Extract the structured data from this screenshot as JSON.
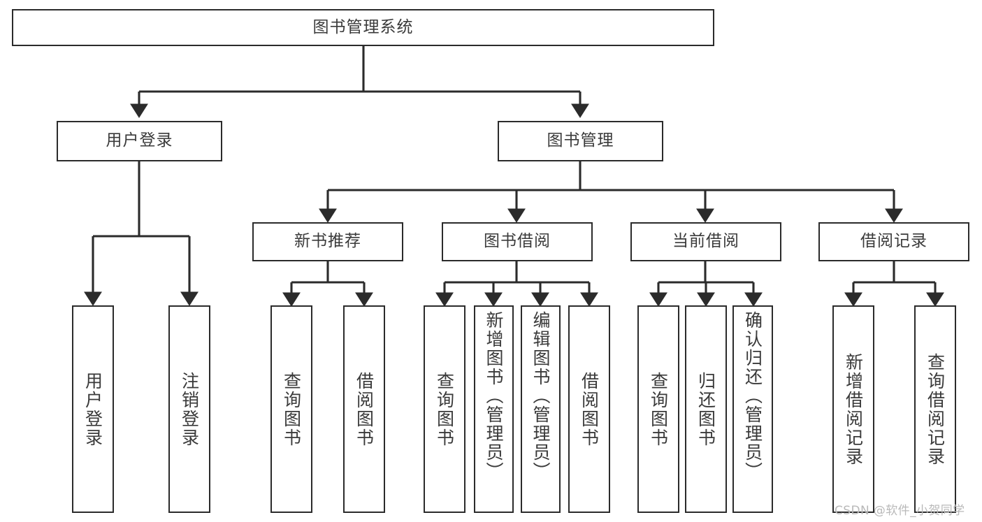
{
  "diagram": {
    "title": "图书管理系统",
    "type": "tree-hierarchy",
    "watermark": "CSDN @软件_小贺同学",
    "colors": {
      "background": "#ffffff",
      "box_border": "#2b2b2b",
      "box_fill": "#ffffff",
      "text": "#3a3a3a",
      "edge": "#2b2b2b",
      "watermark": "#b9b9b9"
    },
    "root": {
      "id": "root",
      "label": "图书管理系统"
    },
    "level2": [
      {
        "id": "user-login",
        "label": "用户登录"
      },
      {
        "id": "book-manage",
        "label": "图书管理"
      }
    ],
    "level3": [
      {
        "id": "new-book-recommend",
        "label": "新书推荐",
        "parent": "book-manage"
      },
      {
        "id": "book-borrow",
        "label": "图书借阅",
        "parent": "book-manage"
      },
      {
        "id": "current-borrow",
        "label": "当前借阅",
        "parent": "book-manage"
      },
      {
        "id": "borrow-record",
        "label": "借阅记录",
        "parent": "book-manage"
      }
    ],
    "leaves": {
      "user_login": [
        {
          "id": "leaf-user-login",
          "label": "用户登录"
        },
        {
          "id": "leaf-logout-login",
          "label": "注销登录"
        }
      ],
      "new_book_recommend": [
        {
          "id": "leaf-query-book-1",
          "label": "查询图书"
        },
        {
          "id": "leaf-borrow-book-1",
          "label": "借阅图书"
        }
      ],
      "book_borrow": [
        {
          "id": "leaf-query-book-2",
          "label": "查询图书"
        },
        {
          "id": "leaf-add-book",
          "label": "新增图书（管理员）"
        },
        {
          "id": "leaf-edit-book",
          "label": "编辑图书（管理员）"
        },
        {
          "id": "leaf-borrow-book-2",
          "label": "借阅图书"
        }
      ],
      "current_borrow": [
        {
          "id": "leaf-query-book-3",
          "label": "查询图书"
        },
        {
          "id": "leaf-return-book",
          "label": "归还图书"
        },
        {
          "id": "leaf-confirm-return",
          "label": "确认归还（管理员）"
        }
      ],
      "borrow_record": [
        {
          "id": "leaf-add-record",
          "label": "新增借阅记录"
        },
        {
          "id": "leaf-query-record",
          "label": "查询借阅记录"
        }
      ]
    }
  }
}
